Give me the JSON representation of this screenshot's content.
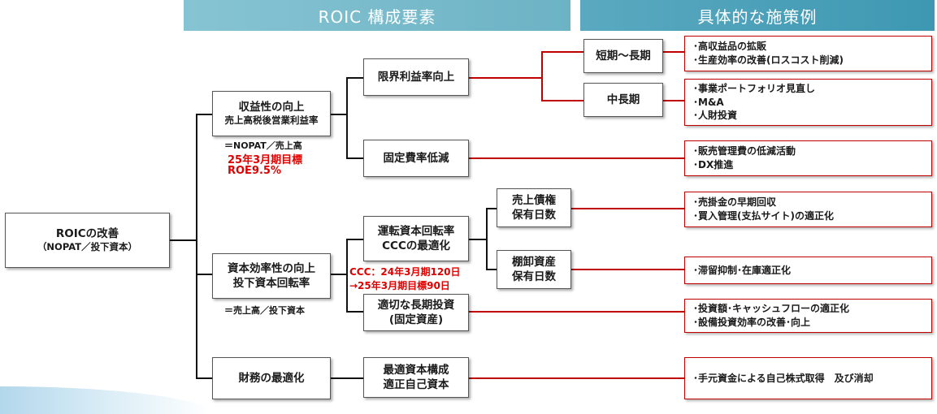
{
  "headers": {
    "left": "ROIC 構成要素",
    "right": "具体的な施策例"
  },
  "root": {
    "line1": "ROICの改善",
    "line2": "（NOPAT／投下資本）"
  },
  "level1": {
    "profitability": {
      "line1": "収益性の向上",
      "line2": "売上高税後営業利益率"
    },
    "profitability_note": "＝NOPAT／売上高",
    "profitability_target1": "25年3月期目標",
    "profitability_target2": "ROE9.5%",
    "efficiency": {
      "line1": "資本効率性の向上",
      "line2": "投下資本回転率"
    },
    "efficiency_note": "＝売上高／投下資本",
    "finance": "財務の最適化"
  },
  "level2": {
    "marginal_profit": "限界利益率向上",
    "fixed_cost": "固定費率低減",
    "working_capital": {
      "line1": "運転資本回転率",
      "line2": "CCCの最適化"
    },
    "ccc_note1": "CCC：24年3月期120日",
    "ccc_note2": "→25年3月期目標90日",
    "long_term_investment": {
      "line1": "適切な長期投資",
      "line2": "(固定資産)"
    },
    "capital_structure": {
      "line1": "最適資本構成",
      "line2": "適正自己資本"
    }
  },
  "level3": {
    "short_long": "短期～長期",
    "mid_long": "中長期",
    "receivables": {
      "line1": "売上債権",
      "line2": "保有日数"
    },
    "inventory": {
      "line1": "棚卸資産",
      "line2": "保有日数"
    }
  },
  "measures": {
    "m1": [
      "･高収益品の拡販",
      "･生産効率の改善(ロスコスト削減)"
    ],
    "m2": [
      "･事業ポートフォリオ見直し",
      "･M&A",
      "･人財投資"
    ],
    "m3": [
      "･販売管理費の低減活動",
      "･DX推進"
    ],
    "m4": [
      "･売掛金の早期回収",
      "･買入管理(支払サイト)の適正化"
    ],
    "m5": [
      "･滞留抑制･在庫適正化"
    ],
    "m6": [
      "･投資額･キャッシュフローの適正化",
      "･設備投資効率の改善･向上"
    ],
    "m7": [
      "･手元資金による自己株式取得　及び消却"
    ]
  }
}
